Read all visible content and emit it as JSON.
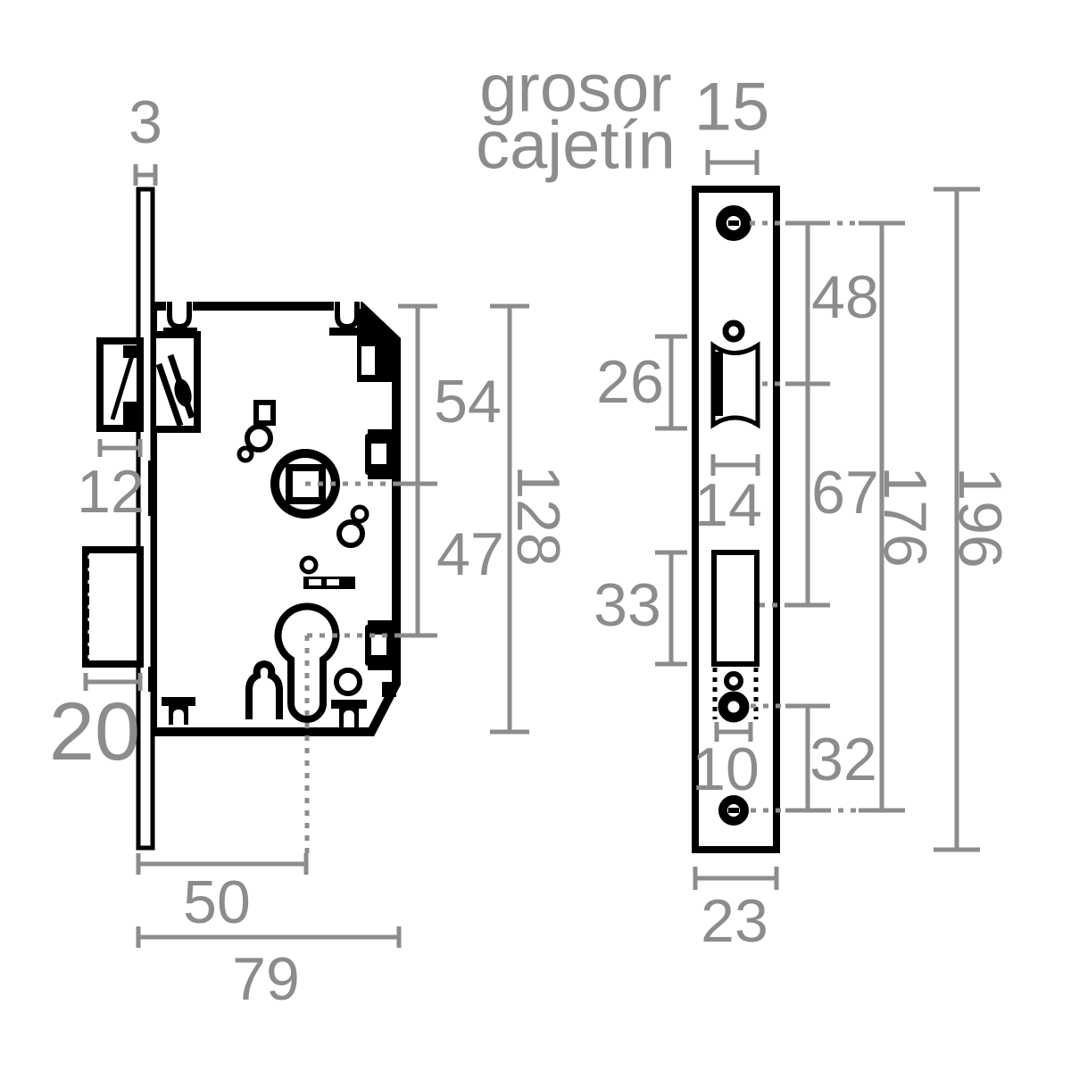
{
  "page": {
    "background": "#ffffff",
    "ink_color": "#000000",
    "dim_color": "#8c8c8c"
  },
  "title": {
    "line1": "grosor",
    "line2": "cajetín"
  },
  "side_view": {
    "faceplate_thickness": "3",
    "latch_protrusion": "12",
    "deadbolt_protrusion": "20",
    "case_top_to_follower_axis": "54",
    "follower_axis_to_cylinder_axis": "47",
    "case_height": "128",
    "backset": "50",
    "total_depth": "79"
  },
  "front_view": {
    "case_thickness": "15",
    "latch_cutout_height": "26",
    "latch_cutout_width": "14",
    "deadbolt_cutout_height": "33",
    "cylinder_hole_width": "10",
    "faceplate_width": "23",
    "top_screw_to_latch_axis": "48",
    "latch_axis_to_deadbolt_axis": "67",
    "cylinder_axis_to_bottom_screw": "32",
    "screw_center_distance": "176",
    "faceplate_height": "196"
  }
}
